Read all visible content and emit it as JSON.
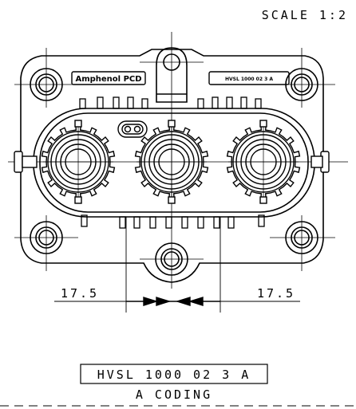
{
  "scale_label": "SCALE  1:2",
  "dimensions": {
    "left": "17.5",
    "right": "17.5"
  },
  "part": {
    "logo_text": "Amphenol PCD",
    "label_plate_text": "HVSL 1000 02 3 A",
    "title_box_text": "HVSL 1000 02 3 A",
    "coding_text": "A CODING"
  },
  "colors": {
    "line": "#000000",
    "background": "#ffffff"
  }
}
